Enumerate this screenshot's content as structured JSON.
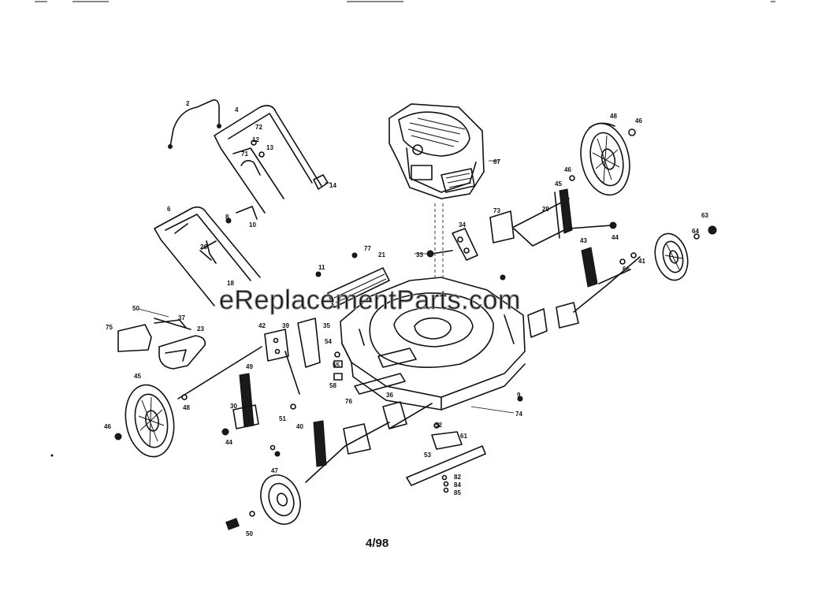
{
  "watermark": "eReplacementParts.com",
  "date_code": "4/98",
  "callouts": {
    "c2": "2",
    "c4": "4",
    "c72": "72",
    "c12": "12",
    "c71": "71",
    "c13": "13",
    "c14": "14",
    "c10": "10",
    "c8": "8",
    "c20": "20",
    "c6": "6",
    "c18": "18",
    "c67": "67",
    "c46a": "46",
    "c48a": "48",
    "c46b": "46",
    "c45a": "45",
    "c29": "29",
    "c73": "73",
    "c34": "34",
    "c44a": "44",
    "c63": "63",
    "c64": "64",
    "c41": "41",
    "c43": "43",
    "c66": "66",
    "c77": "77",
    "c21": "21",
    "c33": "33",
    "c11": "11",
    "c50a": "50",
    "c37": "37",
    "c75": "75",
    "c23": "23",
    "c42": "42",
    "c39": "39",
    "c35": "35",
    "c54": "54",
    "c55": "55",
    "c49": "49",
    "c76": "76",
    "c51": "51",
    "c45b": "45",
    "c48b": "48",
    "c40": "40",
    "c30": "30",
    "c44b": "44",
    "c46c": "46",
    "c36": "36",
    "c52": "52",
    "c61": "61",
    "c53": "53",
    "c82": "82",
    "c84": "84",
    "c85": "85",
    "c74": "74",
    "c9": "9",
    "c58": "58",
    "c47": "47",
    "c50b": "50"
  }
}
